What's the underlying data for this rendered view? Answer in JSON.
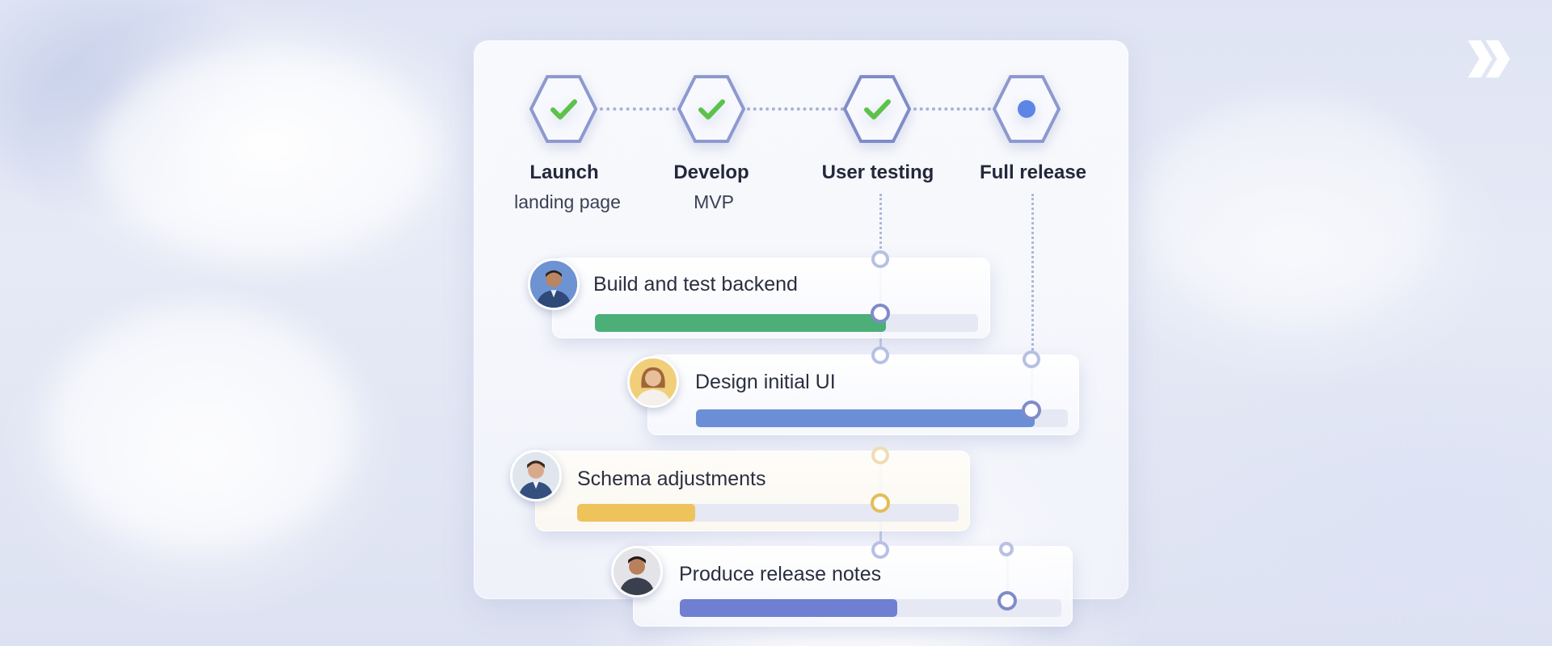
{
  "milestones": [
    {
      "title": "Launch",
      "subtitle": "landing page",
      "status": "complete",
      "icon": "check-icon"
    },
    {
      "title": "Develop",
      "subtitle": "MVP",
      "status": "complete",
      "icon": "check-icon"
    },
    {
      "title": "User testing",
      "subtitle": "",
      "status": "complete",
      "icon": "check-icon"
    },
    {
      "title": "Full release",
      "subtitle": "",
      "status": "current",
      "icon": "dot-icon"
    }
  ],
  "tasks": [
    {
      "label": "Build and test backend",
      "progress": 0.76,
      "color": "#4caf78",
      "avatar": "man-avatar"
    },
    {
      "label": "Design initial UI",
      "progress": 0.91,
      "color": "#6b8fd6",
      "avatar": "woman-avatar"
    },
    {
      "label": "Schema adjustments",
      "progress": 0.31,
      "color": "#efc35c",
      "avatar": "man-avatar"
    },
    {
      "label": "Produce release notes",
      "progress": 0.57,
      "color": "#6f80d2",
      "avatar": "man-avatar"
    }
  ],
  "colors": {
    "check": "#5cc24a",
    "current_dot": "#5b86e6",
    "hex_border": "#8d99cf",
    "text": "#23283a"
  },
  "nav": {
    "next_icon": "double-chevron-right-icon"
  }
}
